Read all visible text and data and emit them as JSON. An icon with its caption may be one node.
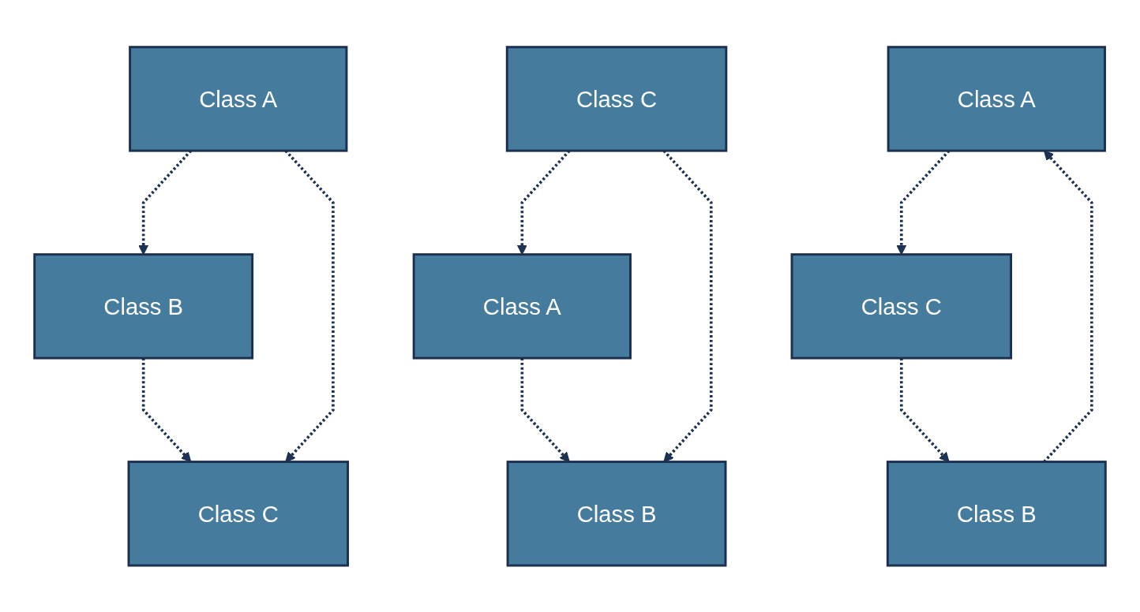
{
  "diagram": {
    "nodes": [
      {
        "text": [
          "Class A"
        ]
      },
      {
        "text": [
          "Class B"
        ]
      },
      {
        "text": [
          "Class C"
        ]
      },
      {
        "text": [
          "Class A"
        ]
      },
      {
        "text": [
          "Class B"
        ]
      },
      {
        "text": [
          "Class C"
        ]
      },
      {
        "text": [
          "Class A"
        ]
      },
      {
        "text": [
          "Class B"
        ]
      },
      {
        "text": [
          "Class C"
        ]
      }
    ],
    "edges": [
      {
        "from": 0,
        "to": 1,
        "arrow": "to",
        "style": "dashed"
      },
      {
        "from": 1,
        "to": 2,
        "arrow": "to",
        "style": "dashed"
      },
      {
        "from": 0,
        "to": 2,
        "arrow": "to",
        "style": "dashed"
      },
      {
        "from": 3,
        "to": 4,
        "arrow": "to",
        "style": "dashed"
      },
      {
        "from": 5,
        "to": 4,
        "arrow": "to",
        "style": "dashed"
      },
      {
        "from": 5,
        "to": 3,
        "arrow": "to",
        "style": "dashed"
      },
      {
        "from": 7,
        "to": 6,
        "arrow": "to",
        "style": "dashed"
      },
      {
        "from": 8,
        "to": 7,
        "arrow": "to",
        "style": "dashed"
      },
      {
        "from": 6,
        "to": 8,
        "arrow": "to",
        "style": "dashed"
      }
    ]
  }
}
